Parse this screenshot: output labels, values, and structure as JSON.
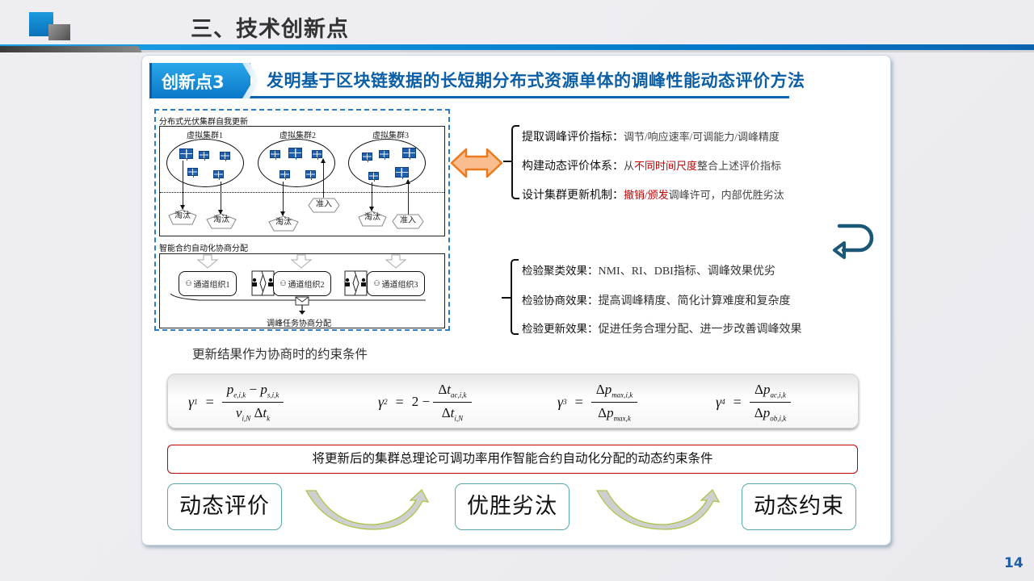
{
  "header": {
    "title": "三、技术创新点"
  },
  "section": {
    "tag": "创新点3",
    "heading": "发明基于区块链数据的长短期分布式资源单体的调峰性能动态评价方法"
  },
  "diagram": {
    "top_label": "分布式光伏集群自我更新",
    "clusters": [
      {
        "title": "虚拟集群1",
        "actions": [
          "淘汰",
          "淘汰"
        ]
      },
      {
        "title": "虚拟集群2",
        "actions": [
          "淘汰",
          "准入"
        ]
      },
      {
        "title": "虚拟集群3",
        "actions": [
          "淘汰",
          "准入"
        ]
      }
    ],
    "bottom_label": "智能合约自动化协商分配",
    "orgs": [
      "通道组织1",
      "通道组织2",
      "通道组织3"
    ],
    "allocation_label": "调峰任务协商分配"
  },
  "upper_bullets": [
    {
      "key": "提取调峰评价指标：",
      "value": "调节/响应速率/可调能力/调峰精度",
      "red": ""
    },
    {
      "key": "构建动态评价体系：",
      "pre": "从",
      "red": "不同时间尺度",
      "value": "整合上述评价指标"
    },
    {
      "key": "设计集群更新机制：",
      "red": "撤销/颁发",
      "value": "调峰许可，内部优胜劣汰"
    }
  ],
  "lower_bullets": [
    {
      "key": "检验聚类效果：",
      "value": "NMI、RI、DBI指标、调峰效果优劣"
    },
    {
      "key": "检验协商效果：",
      "value": "提高调峰精度、简化计算难度和复杂度"
    },
    {
      "key": "检验更新效果：",
      "value": "促进任务合理分配、进一步改善调峰效果"
    }
  ],
  "caption": "更新结果作为协商时的约束条件",
  "formulas": [
    {
      "lhs": "γ",
      "idx": "1",
      "num": "p_{e,i,k} − p_{s,i,k}",
      "den": "v_{i,N} Δt_k"
    },
    {
      "lhs": "γ",
      "idx": "2",
      "prefix": "2 −",
      "num": "Δt_{ac,i,k}",
      "den": "Δt_{i,N}"
    },
    {
      "lhs": "γ",
      "idx": "3",
      "num": "Δp_{max,i,k}",
      "den": "Δp_{max,k}"
    },
    {
      "lhs": "γ",
      "idx": "4",
      "num": "Δp_{ac,i,k}",
      "den": "Δp_{ob,i,k}"
    }
  ],
  "red_box": "将更新后的集群总理论可调功率用作智能合约自动化分配的动态约束条件",
  "flow": [
    "动态评价",
    "优胜劣汰",
    "动态约束"
  ],
  "page_number": "14",
  "colors": {
    "brand_blue": "#0a78c8",
    "heading_blue": "#0b5fa6",
    "highlight_red": "#c00000",
    "flow_border": "#5aa8a8",
    "arrow_orange": "#f7b98b"
  }
}
